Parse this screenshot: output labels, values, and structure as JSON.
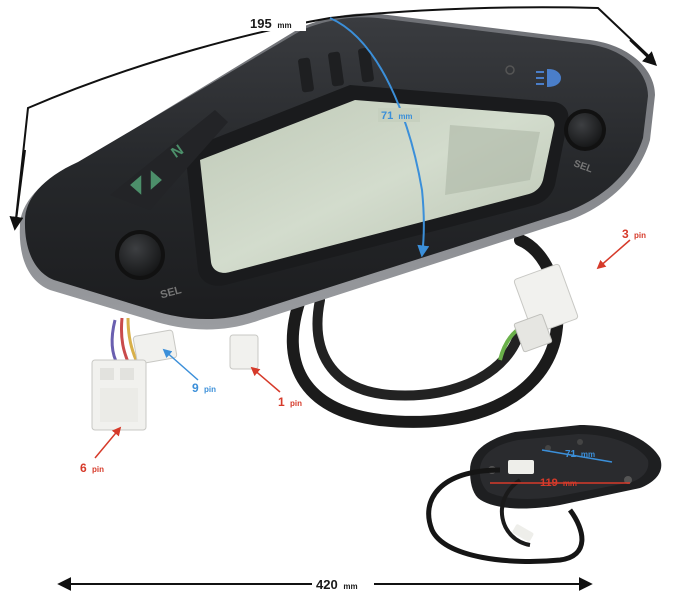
{
  "dimensions": {
    "width_value": "195",
    "height_value": "71",
    "length_value": "420",
    "small_length_value": "119",
    "small_height_value": "71",
    "unit": "mm"
  },
  "connectors": {
    "c3": {
      "value": "3",
      "unit": "pin"
    },
    "c9": {
      "value": "9",
      "unit": "pin"
    },
    "c1": {
      "value": "1",
      "unit": "pin"
    },
    "c6": {
      "value": "6",
      "unit": "pin"
    }
  },
  "device": {
    "left_button_label": "SEL",
    "right_button_label": "SEL",
    "neutral_indicator": "N"
  },
  "colors": {
    "housing": "#2b2d30",
    "lcd": "#c9d4c2",
    "arrow_blue": "#3b8fd9",
    "arrow_red": "#d63a2a",
    "indicator_blue": "#4a7ec9",
    "indicator_green": "#4c8f6a"
  },
  "icons": {
    "headlight": "headlight-icon",
    "turn_signal": "turn-signal-icon",
    "neutral": "neutral-icon"
  }
}
